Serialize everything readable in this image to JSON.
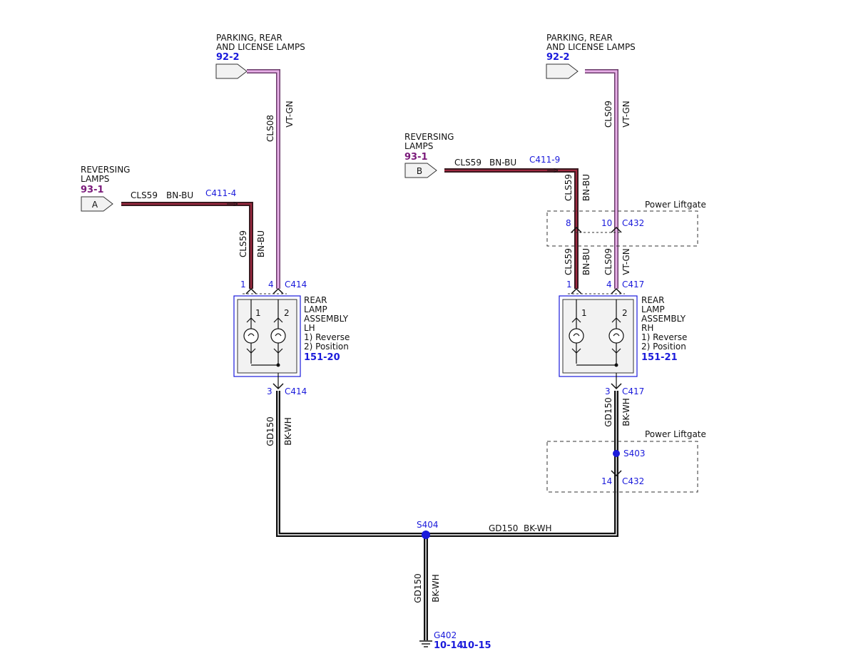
{
  "colors": {
    "wire_bn_bu_outer": "#3a1a20",
    "wire_bn_bu_inner": "#a02840",
    "wire_vt_gn_outer": "#6a3a6a",
    "wire_vt_gn_inner": "#e8b0e8",
    "wire_bk_wh": "#111111",
    "label_blue": "#1a1adb",
    "ref_purple": "#7a1a7a",
    "component_fill": "#f2f2f2"
  },
  "left": {
    "parking": {
      "line1": "PARKING, REAR",
      "line2": "AND LICENSE LAMPS",
      "ref": "92-2"
    },
    "reversing": {
      "line1": "REVERSING",
      "line2": "LAMPS",
      "ref": "93-1",
      "connector": "A"
    },
    "h_wire": {
      "circuit": "CLS59",
      "color": "BN-BU",
      "conn": "C411-4"
    },
    "v_wire_rev": {
      "circuit": "CLS59",
      "color": "BN-BU"
    },
    "v_wire_park": {
      "circuit": "CLS08",
      "color": "VT-GN"
    },
    "pin1": "1",
    "pin4": "4",
    "conn_top": "C414",
    "assembly": {
      "l1": "REAR",
      "l2": "LAMP",
      "l3": "ASSEMBLY",
      "l4": "LH",
      "l5": "1) Reverse",
      "l6": "2) Position",
      "ref": "151-20",
      "bulb1": "1",
      "bulb2": "2"
    },
    "pin3": "3",
    "conn_bot": "C414",
    "ground_wire": {
      "circuit": "GD150",
      "color": "BK-WH"
    }
  },
  "right": {
    "parking": {
      "line1": "PARKING, REAR",
      "line2": "AND LICENSE LAMPS",
      "ref": "92-2"
    },
    "reversing": {
      "line1": "REVERSING",
      "line2": "LAMPS",
      "ref": "93-1",
      "connector": "B"
    },
    "h_wire": {
      "circuit": "CLS59",
      "color": "BN-BU",
      "conn": "C411-9"
    },
    "v_wire_rev_top": {
      "circuit": "CLS59",
      "color": "BN-BU"
    },
    "v_wire_park_top": {
      "circuit": "CLS09",
      "color": "VT-GN"
    },
    "liftgate_top": {
      "title": "Power Liftgate",
      "pin8": "8",
      "pin10": "10",
      "conn": "C432"
    },
    "v_wire_rev_bot": {
      "circuit": "CLS59",
      "color": "BN-BU"
    },
    "v_wire_park_bot": {
      "circuit": "CLS09",
      "color": "VT-GN"
    },
    "pin1": "1",
    "pin4": "4",
    "conn_top": "C417",
    "assembly": {
      "l1": "REAR",
      "l2": "LAMP",
      "l3": "ASSEMBLY",
      "l4": "RH",
      "l5": "1) Reverse",
      "l6": "2) Position",
      "ref": "151-21",
      "bulb1": "1",
      "bulb2": "2"
    },
    "pin3": "3",
    "conn_bot": "C417",
    "ground_wire_top": {
      "circuit": "GD150",
      "color": "BK-WH"
    },
    "liftgate_bot": {
      "title": "Power Liftgate",
      "splice": "S403",
      "pin14": "14",
      "conn": "C432"
    }
  },
  "bottom": {
    "splice": "S404",
    "h_wire": {
      "circuit": "GD150",
      "color": "BK-WH"
    },
    "v_wire": {
      "circuit": "GD150",
      "color": "BK-WH"
    },
    "ground": "G402",
    "ground_ref1": "10-14",
    "ground_ref2": "10-15"
  }
}
